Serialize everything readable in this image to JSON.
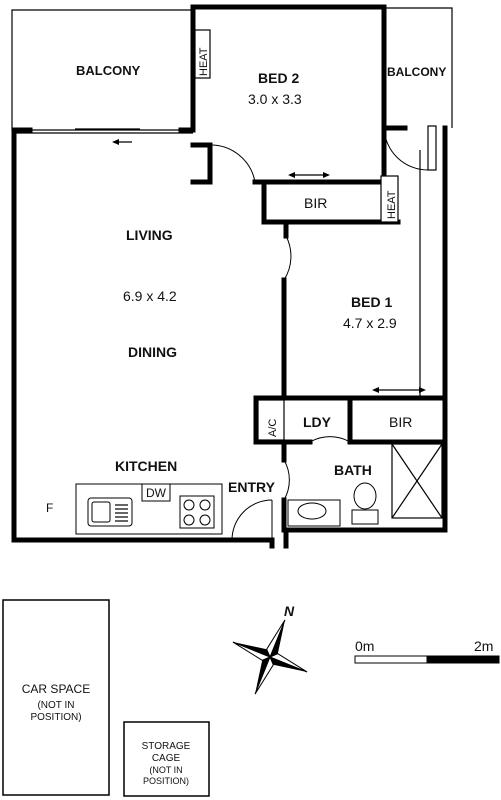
{
  "rooms": {
    "balcony_left": "BALCONY",
    "balcony_right": "BALCONY",
    "bed2": "BED 2",
    "bed2_size": "3.0 x 3.3",
    "bir_top": "BIR",
    "heat_top": "HEAT",
    "heat_right": "HEAT",
    "living": "LIVING",
    "living_size": "6.9 x 4.2",
    "dining": "DINING",
    "bed1": "BED 1",
    "bed1_size": "4.7 x 2.9",
    "ac": "A/C",
    "ldy": "LDY",
    "bir_bottom": "BIR",
    "bath": "BATH",
    "kitchen": "KITCHEN",
    "dw": "DW",
    "fridge": "F",
    "entry": "ENTRY"
  },
  "car_space": {
    "line1": "CAR SPACE",
    "line2": "(NOT IN",
    "line3": "POSITION)"
  },
  "storage": {
    "line1": "STORAGE",
    "line2": "CAGE",
    "line3": "(NOT IN",
    "line4": "POSITION)"
  },
  "compass": {
    "label": "N",
    "icon": "compass-rose-icon"
  },
  "scale": {
    "start": "0m",
    "end": "2m"
  }
}
